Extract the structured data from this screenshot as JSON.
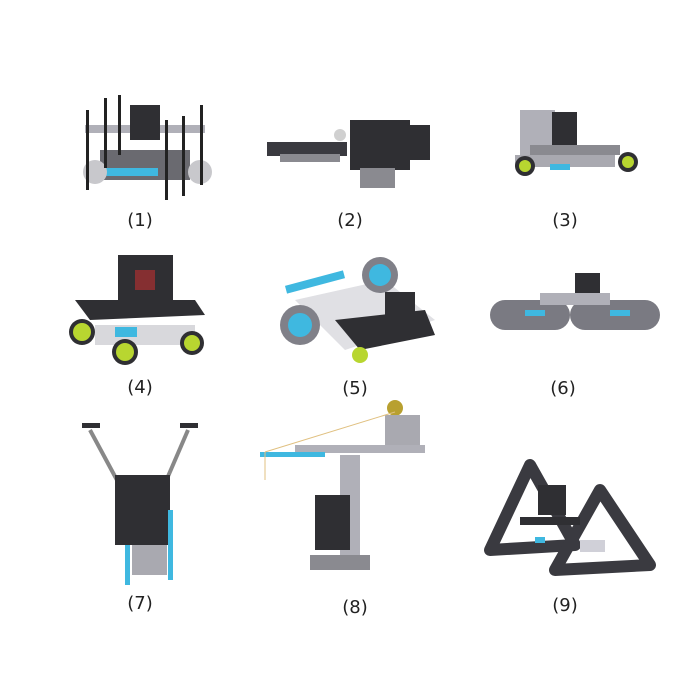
{
  "grid": {
    "items": [
      {
        "label": "(1)",
        "subject": "four-wheel robot with vertical poles"
      },
      {
        "label": "(2)",
        "subject": "side-view gun-shaped robot"
      },
      {
        "label": "(3)",
        "subject": "low wheeled car with front servo"
      },
      {
        "label": "(4)",
        "subject": "four-wheel car with micro:bit display"
      },
      {
        "label": "(5)",
        "subject": "three-wheel car with blue wheels"
      },
      {
        "label": "(6)",
        "subject": "tracked tank robot"
      },
      {
        "label": "(7)",
        "subject": "climbing robot with two arms"
      },
      {
        "label": "(8)",
        "subject": "crane robot with hook"
      },
      {
        "label": "(9)",
        "subject": "triangular track robot"
      }
    ]
  },
  "colors": {
    "dark": "#2f2f33",
    "metal": "#a9a9b0",
    "blue": "#3fb8e0",
    "wheel_green": "#b8d630",
    "led_red": "#c03030"
  }
}
